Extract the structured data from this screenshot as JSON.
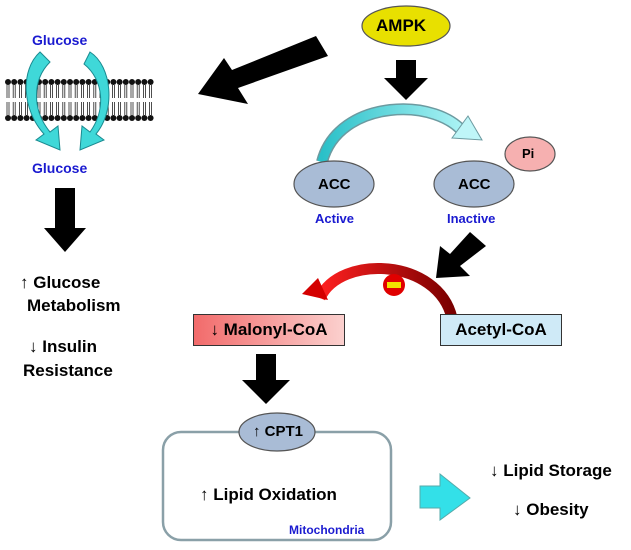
{
  "glucose_top": "Glucose",
  "glucose_bottom": "Glucose",
  "ampk": "AMPK",
  "acc_active": "ACC",
  "acc_inactive": "ACC",
  "active_label": "Active",
  "inactive_label": "Inactive",
  "pi": "Pi",
  "glucose_metabolism_line1": "↑ Glucose",
  "glucose_metabolism_line2": "Metabolism",
  "insulin_line1": "↓ Insulin",
  "insulin_line2": "Resistance",
  "malonyl": "↓ Malonyl-CoA",
  "acetyl": "Acetyl-CoA",
  "inhibit_symbol": "−",
  "cpt1": "↑ CPT1",
  "lipid_oxidation": "↑ Lipid Oxidation",
  "mitochondria": "Mitochondria",
  "lipid_storage": "↓ Lipid Storage",
  "obesity": "↓ Obesity",
  "colors": {
    "ampk_fill": "#e8e000",
    "acc_fill": "#a9bcd6",
    "pi_fill": "#f6b0b0",
    "cyan": "#3fd8d8",
    "malonyl_fill": "#f0908c",
    "acetyl_fill": "#cfeaf7",
    "red_arrow": "#d40000",
    "blue_text": "#1a1ad0"
  }
}
